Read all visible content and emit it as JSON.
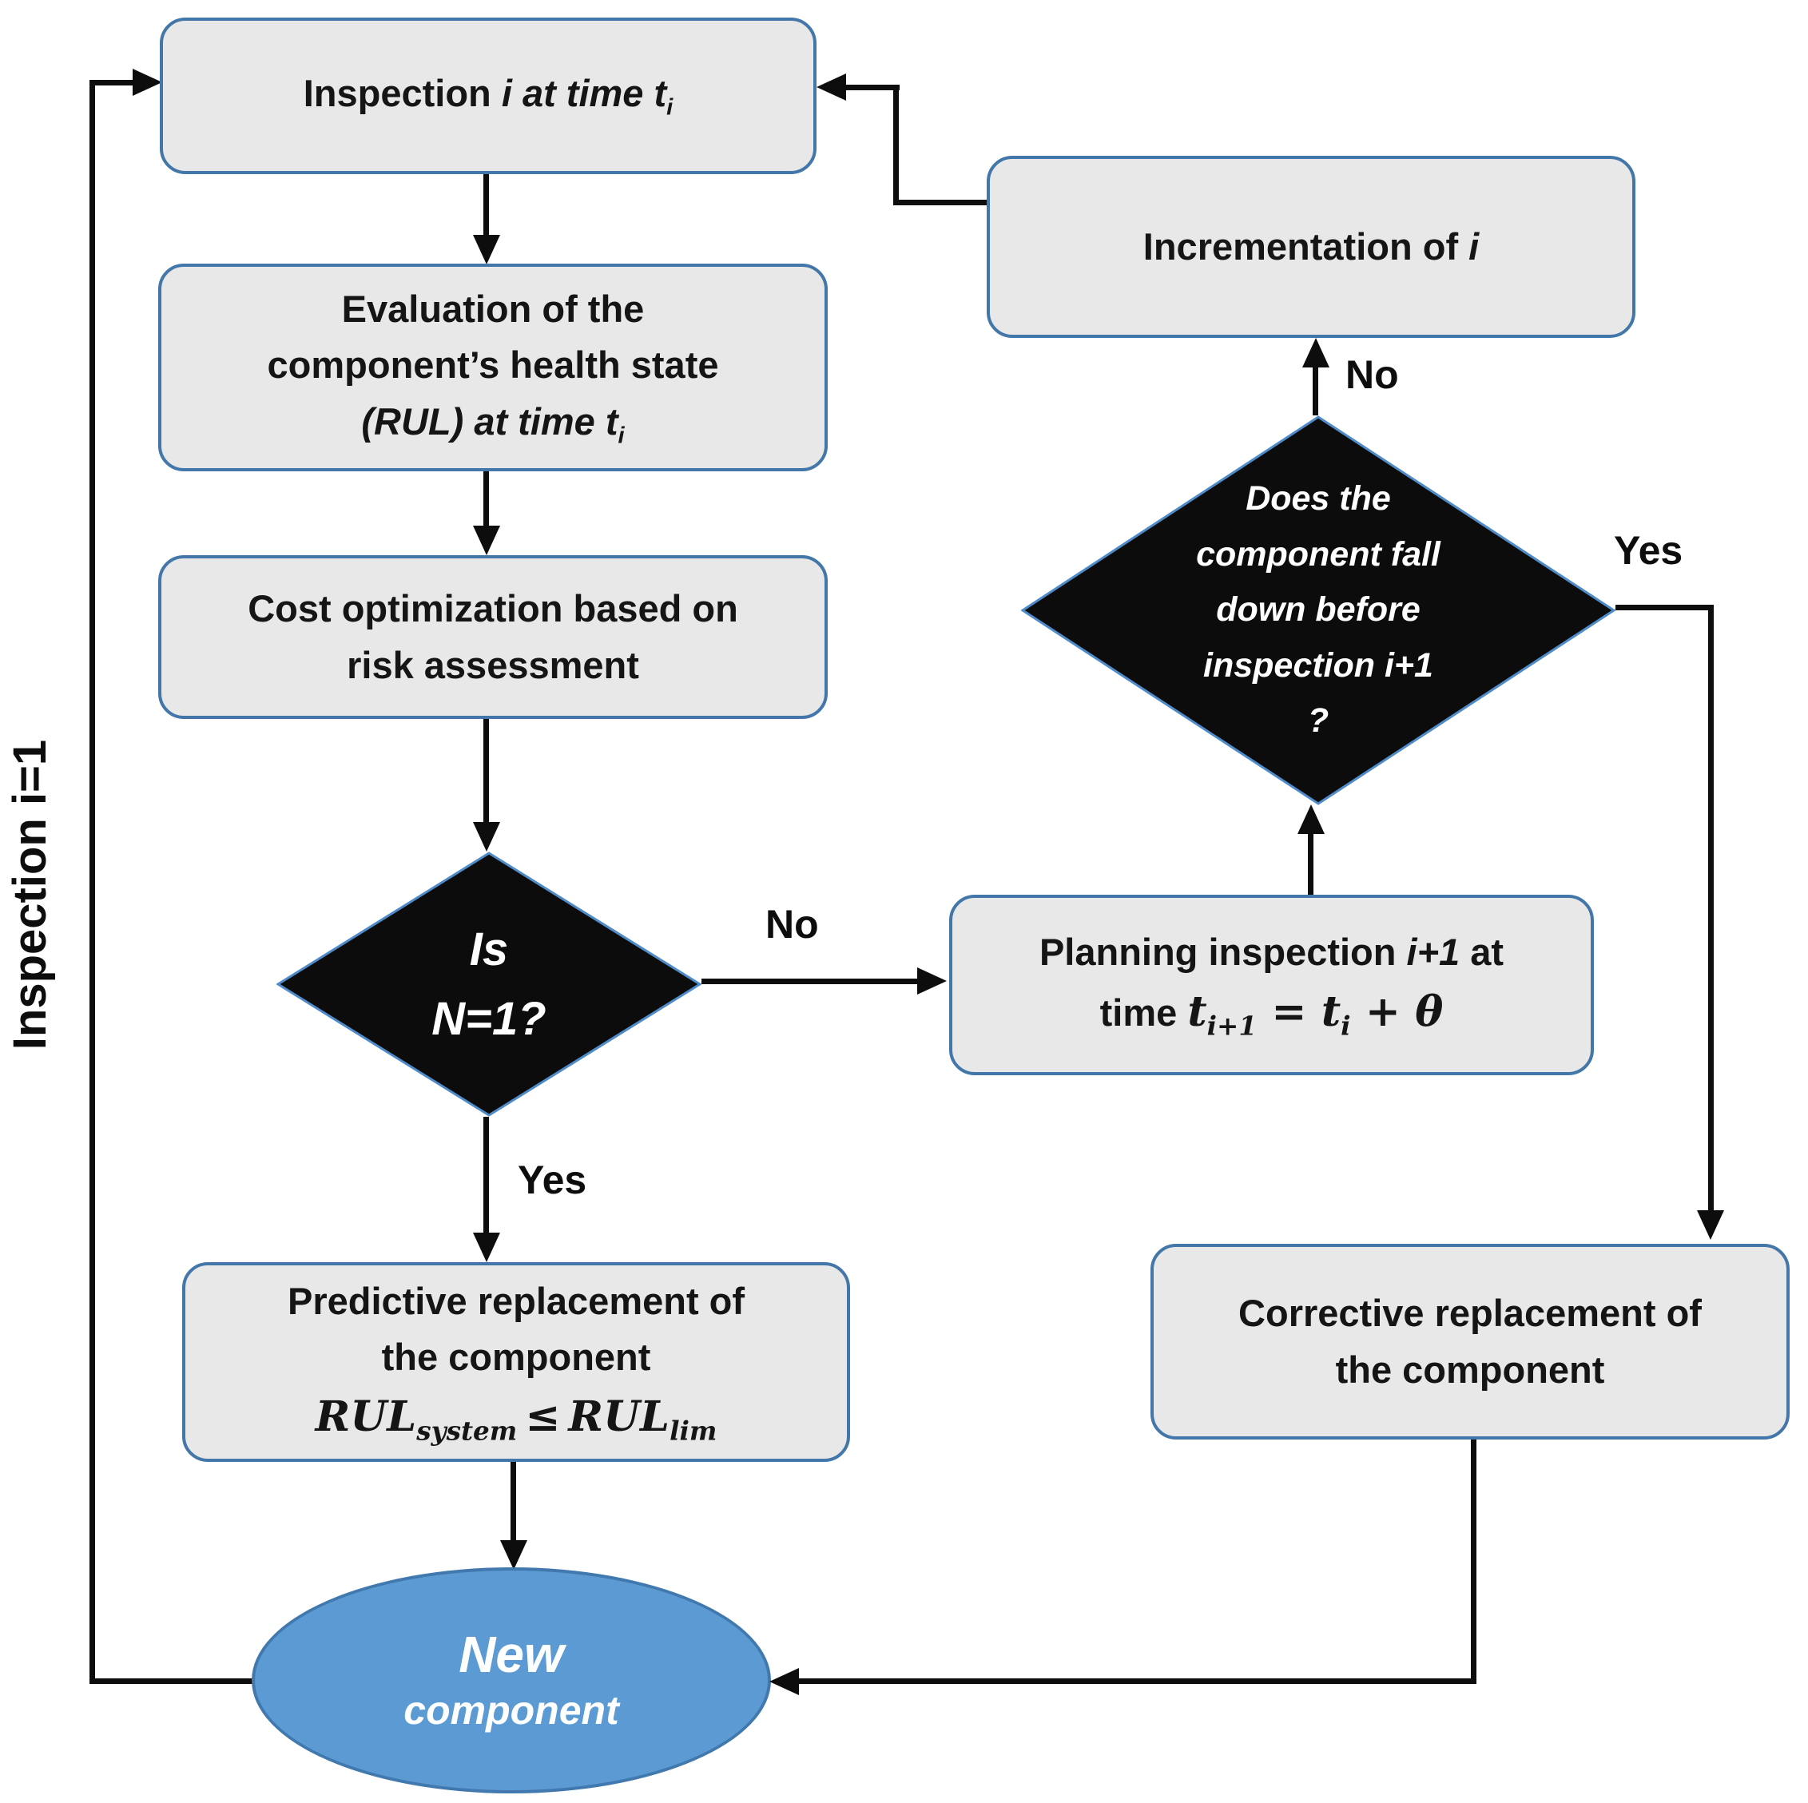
{
  "side_label": "Inspection i=1",
  "edge_labels": {
    "yes_left": "Yes",
    "no_left": "No",
    "yes_right": "Yes",
    "no_right": "No"
  },
  "nodes": {
    "inspection": {
      "t1": "Inspection ",
      "t2": "i at time t",
      "t2sub": "i"
    },
    "evaluation": {
      "l1": "Evaluation of the",
      "l2": "component’s health state",
      "l3": "(RUL) at time t",
      "l3sub": "i"
    },
    "cost": {
      "l1": "Cost optimization based on",
      "l2": "risk assessment"
    },
    "is_n1": {
      "l1": "Is",
      "l2": "N=1?"
    },
    "predictive": {
      "l1": "Predictive replacement of",
      "l2": "the component",
      "m1": "RUL",
      "m1sub": "system",
      "op": "≤",
      "m2": "RUL",
      "m2sub": "lim"
    },
    "planning": {
      "l1a": "Planning inspection ",
      "l1b": "i+1",
      "l1c": " at",
      "l2a": "time ",
      "m1": "t",
      "m1sub": "i+1",
      "eq": " = ",
      "m2": "t",
      "m2sub": "i",
      "plus": " + ",
      "theta": "θ"
    },
    "fall": {
      "l1": "Does the",
      "l2": "component fall",
      "l3": "down before",
      "l4": "inspection i+1",
      "l5": "?"
    },
    "incrementation": {
      "t1": "Incrementation of ",
      "t2": "i"
    },
    "corrective": {
      "l1": "Corrective replacement of",
      "l2": "the component"
    },
    "new_component": {
      "l1": "New",
      "l2": "component"
    }
  },
  "colors": {
    "box_fill": "#e8e8e8",
    "box_border": "#4377a9",
    "diamond_fill": "#0c0c0c",
    "diamond_border": "#4f8bc9",
    "ellipse_fill": "#5b9ad3",
    "ellipse_border": "#4179ae",
    "line": "#0d0d0d",
    "text": "#151515",
    "diamond_text": "#ffffff"
  }
}
